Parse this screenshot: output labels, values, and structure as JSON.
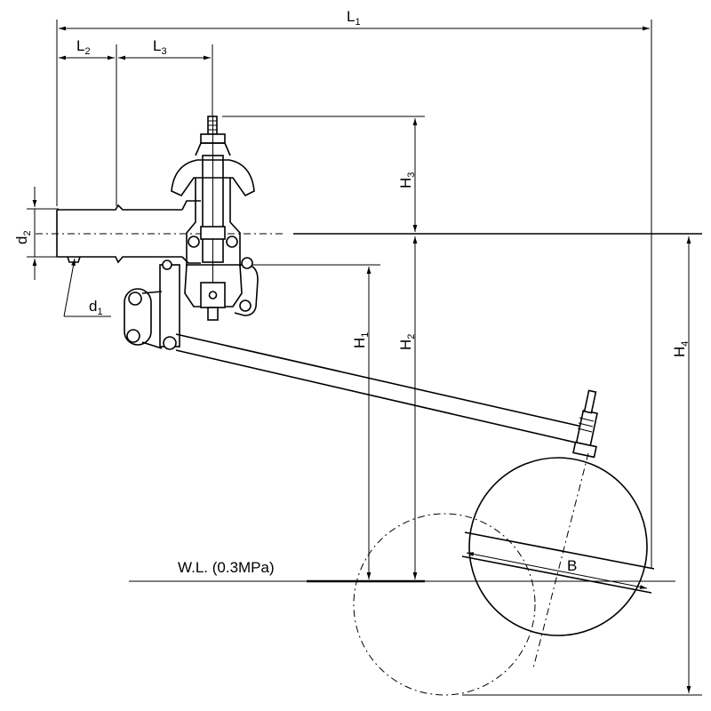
{
  "dimensions": {
    "L1": {
      "main": "L",
      "sub": "1"
    },
    "L2": {
      "main": "L",
      "sub": "2"
    },
    "L3": {
      "main": "L",
      "sub": "3"
    },
    "H1": {
      "main": "H",
      "sub": "1"
    },
    "H2": {
      "main": "H",
      "sub": "2"
    },
    "H3": {
      "main": "H",
      "sub": "3"
    },
    "H4": {
      "main": "H",
      "sub": "4"
    },
    "d1": {
      "main": "d",
      "sub": "1"
    },
    "d2": {
      "main": "d",
      "sub": "2"
    },
    "B": "B"
  },
  "water_level": "W.L. (0.3MPa)"
}
